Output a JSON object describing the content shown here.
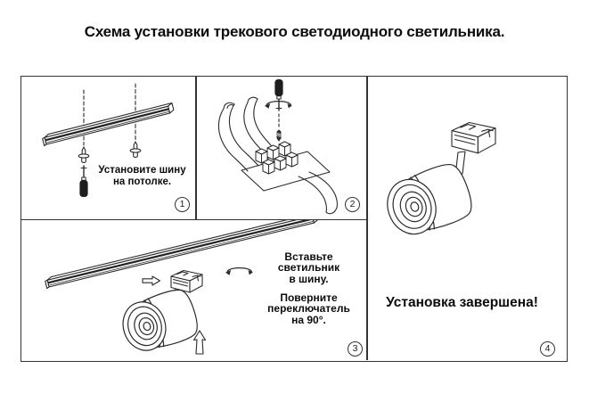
{
  "title": "Схема установки трекового светодиодного светильника.",
  "steps": {
    "step1": {
      "number": "1",
      "caption": [
        "Установите шину",
        "на потолке."
      ]
    },
    "step2": {
      "number": "2"
    },
    "step3": {
      "number": "3",
      "caption_insert": [
        "Вставьте",
        "светильник",
        "в шину."
      ],
      "caption_rotate": [
        "Поверните",
        "переключатель",
        "на 90°."
      ]
    },
    "step4": {
      "number": "4",
      "caption": "Установка завершена!"
    }
  },
  "colors": {
    "background": "#ffffff",
    "ink": "#0d0d0d",
    "line_art": "#2b2b2b",
    "panel_border": "#333333"
  }
}
